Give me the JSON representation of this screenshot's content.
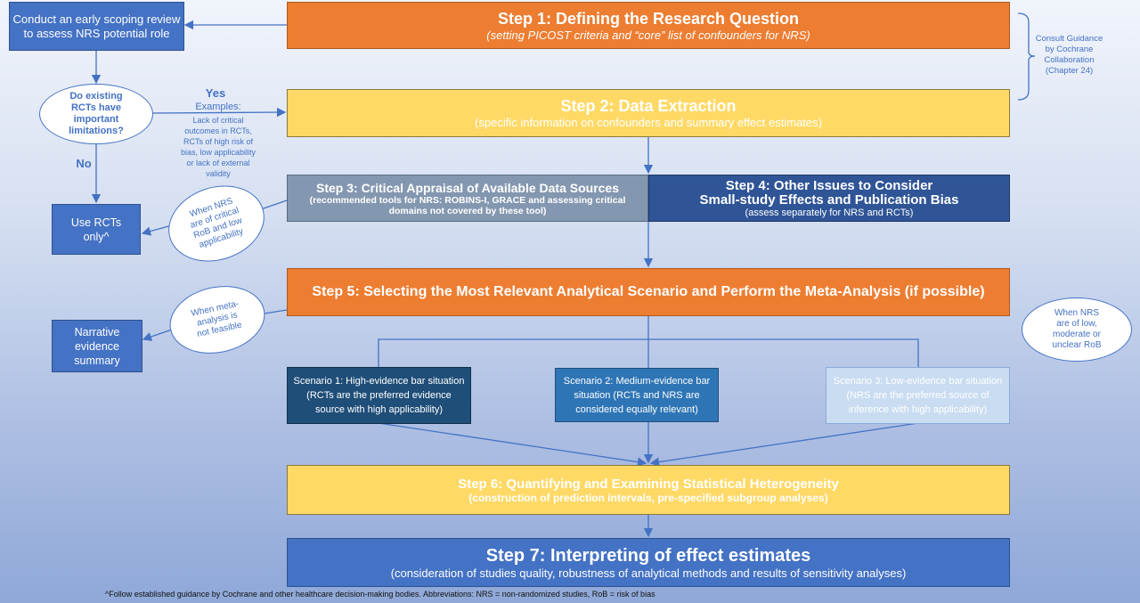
{
  "scoping": "Conduct an early scoping review to assess NRS potential role",
  "step1": {
    "title": "Step 1: Defining the Research Question",
    "sub": "(setting PICOST criteria and “core” list of confounders for NRS)"
  },
  "step2": {
    "title": "Step 2: Data Extraction",
    "sub": "(specific information on confounders and summary effect estimates)"
  },
  "step3": {
    "title": "Step 3: Critical Appraisal of Available Data Sources",
    "sub": "(recommended tools for NRS: ROBINS-I, GRACE and assessing critical domains not covered by these tool)"
  },
  "step4": {
    "title": "Step 4: Other Issues to Consider",
    "title2": "Small-study Effects and Publication Bias",
    "sub": "(assess separately for NRS and RCTs)"
  },
  "step5": {
    "title": "Step 5: Selecting the Most Relevant Analytical Scenario and Perform the Meta-Analysis (if possible)"
  },
  "step6": {
    "title": "Step 6: Quantifying and Examining Statistical Heterogeneity",
    "sub": "(construction of prediction intervals, pre-specified subgroup analyses)"
  },
  "step7": {
    "title": "Step 7: Interpreting of effect estimates",
    "sub": "(consideration of studies quality, robustness of analytical methods and results of sensitivity analyses)"
  },
  "scenarios": [
    "Scenario 1: High-evidence bar situation (RCTs are the preferred evidence source with high applicability)",
    "Scenario 2: Medium-evidence bar situation (RCTs and NRS are considered equally relevant)",
    "Scenario 3: Low-evidence bar situation (NRS are the preferred source of inference with high applicability)"
  ],
  "decision": "Do existing RCTs have important limitations?",
  "yes": "Yes",
  "examples_label": "Examples:",
  "examples": "Lack of critical outcomes in RCTs, RCTs of high risk of bias, low applicability or lack of external validity",
  "no": "No",
  "use_rcts": "Use RCTs only^",
  "narrative": "Narrative evidence summary",
  "cloud_critical": "When NRS are of critical RoB and low applicability",
  "cloud_meta": "When meta-analysis is not feasible",
  "cloud_low": "When NRS are of low, moderate or unclear RoB",
  "consult": "Consult Guidance by Cochrane Collaboration (Chapter 24)",
  "footer": "^Follow established guidance by Cochrane and other healthcare decision-making bodies. Abbreviations: NRS = non-randomized studies, RoB = risk of bias"
}
